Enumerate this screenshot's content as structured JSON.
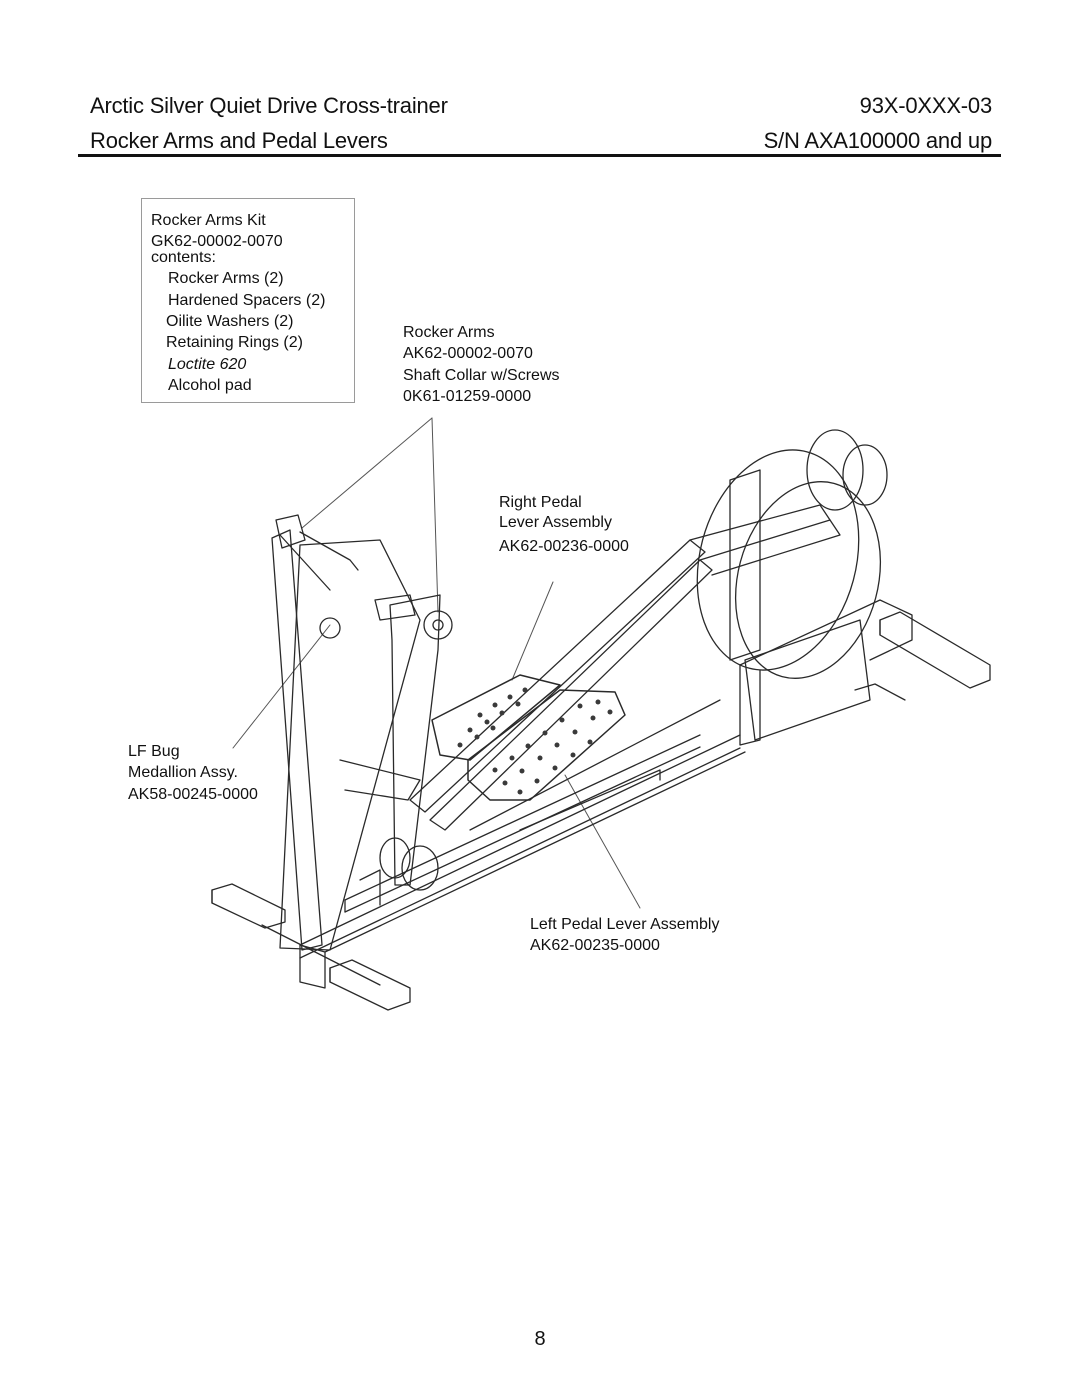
{
  "header": {
    "title": "Arctic Silver Quiet Drive Cross-trainer",
    "model_number": "93X-0XXX-03",
    "subtitle": "Rocker Arms and Pedal Levers",
    "serial_range": "S/N AXA100000 and up"
  },
  "kit": {
    "name": "Rocker Arms Kit",
    "part_number": "GK62-00002-0070",
    "contents_label": "contents:",
    "items": [
      "Rocker Arms (2)",
      "Hardened Spacers (2)",
      "Oilite Washers (2)",
      "Retaining Rings (2)",
      "Loctite 620",
      "Alcohol pad"
    ]
  },
  "callouts": {
    "rocker_arms": {
      "name": "Rocker Arms",
      "part": "AK62-00002-0070"
    },
    "shaft_collar": {
      "name": "Shaft Collar w/Screws",
      "part": "0K61-01259-0000"
    },
    "right_pedal": {
      "name_line1": "Right Pedal",
      "name_line2": "Lever Assembly",
      "part": "AK62-00236-0000"
    },
    "lf_bug": {
      "name_line1": "LF Bug",
      "name_line2": "Medallion Assy.",
      "part": "AK58-00245-0000"
    },
    "left_pedal": {
      "name": "Left Pedal Lever Assembly",
      "part": "AK62-00235-0000"
    }
  },
  "page_number": "8"
}
